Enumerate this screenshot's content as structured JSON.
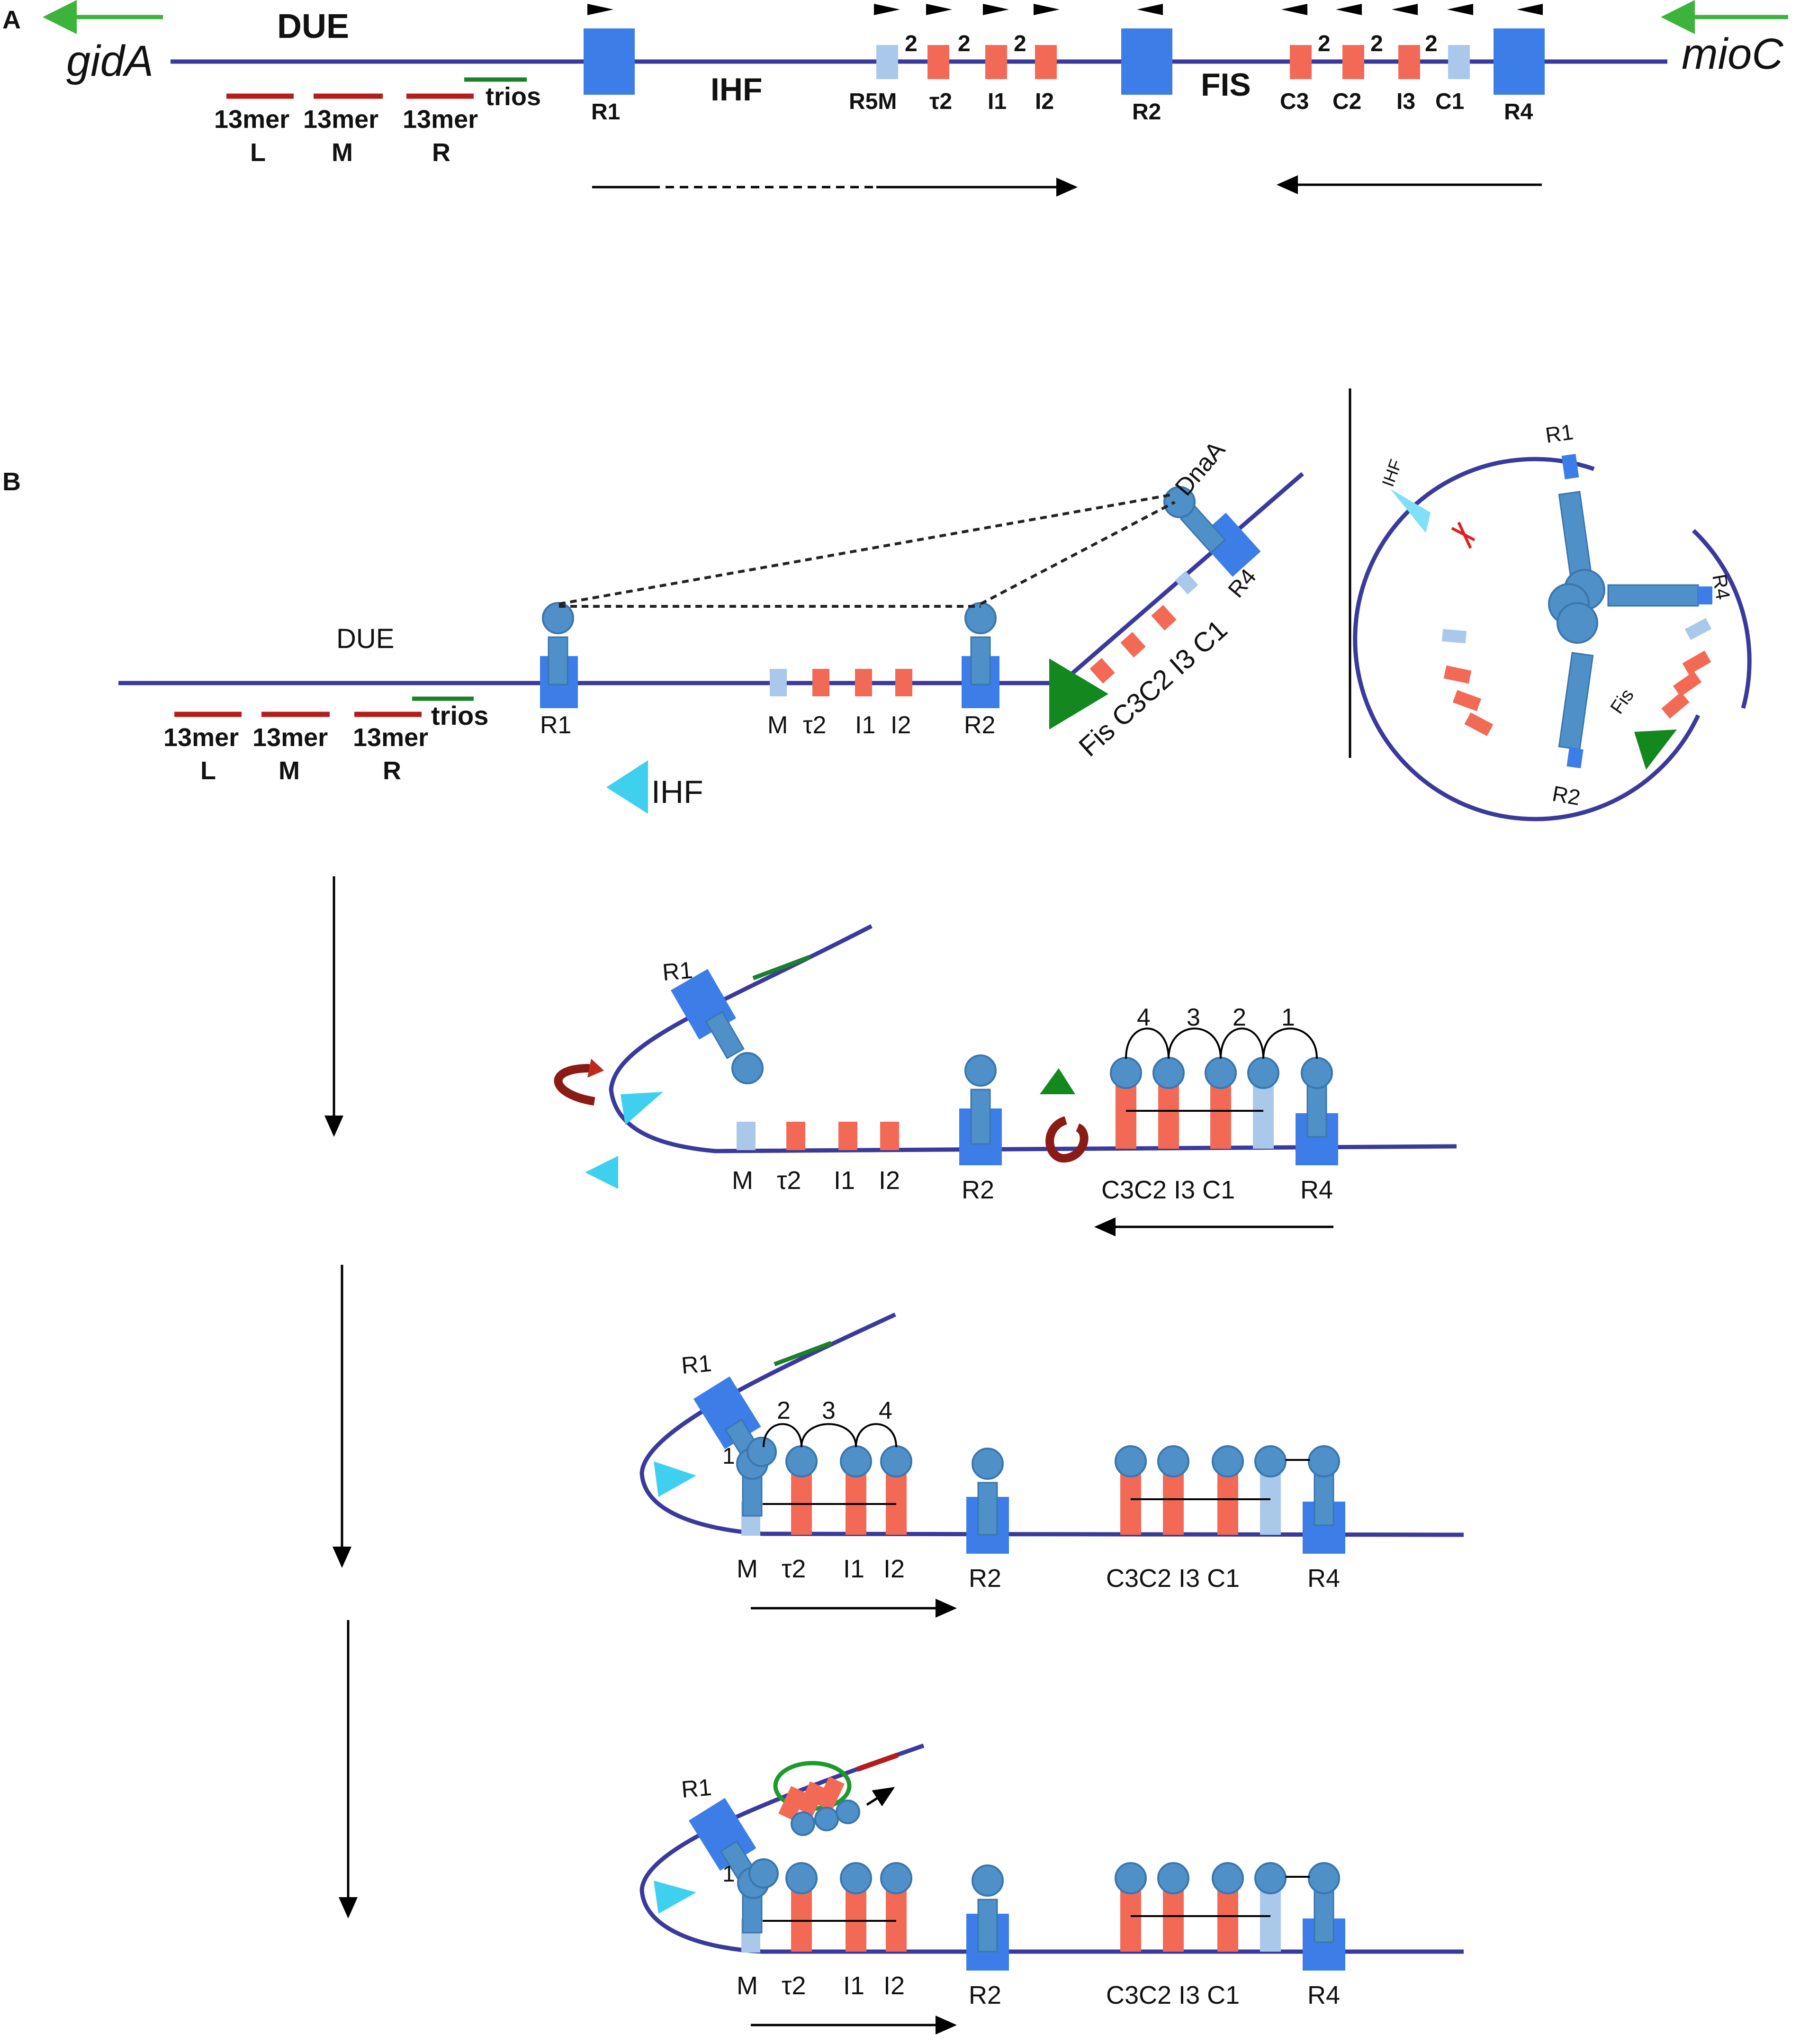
{
  "panels": {
    "a": "A",
    "b": "B"
  },
  "colors": {
    "dna": "#3a3a9c",
    "dnaa_box": "#3c7de8",
    "dnaa_atp_box": "#f26a55",
    "low_affinity_box": "#a9c8ea",
    "dnaa_protein": "#4f90c8",
    "thirteenmer": "#b51c1c",
    "trios": "#1c7f2a",
    "ihf": "#3fd0f0",
    "fis": "#13881f",
    "gene_arrow": "#3cb43c",
    "red_arrow": "#c0281e"
  },
  "panel_a": {
    "gene_left": "gidA",
    "gene_right": "mioC",
    "due": "DUE",
    "ihf": "IHF",
    "fis": "FIS",
    "trios": "trios",
    "mer": "13mer",
    "mer_L": "L",
    "mer_M": "M",
    "mer_R": "R",
    "R1": "R1",
    "R5M": "R5M",
    "t2": "τ2",
    "I1": "I1",
    "I2": "I2",
    "R2": "R2",
    "C3": "C3",
    "C2": "C2",
    "I3": "I3",
    "C1": "C1",
    "R4": "R4",
    "spacer": "2"
  },
  "panel_b": {
    "dnaa": "DnaA",
    "due": "DUE",
    "trios": "trios",
    "mer": "13mer",
    "mer_L": "L",
    "mer_M": "M",
    "mer_R": "R",
    "R1": "R1",
    "M": "M",
    "t2": "τ2",
    "I1": "I1",
    "I2": "I2",
    "R2": "R2",
    "fis_sites": "Fis C3C2 I3 C1",
    "R4": "R4",
    "ihf": "IHF",
    "circle": {
      "ihf": "IHF",
      "fis": "Fis",
      "R1": "R1",
      "R2": "R2",
      "R4": "R4"
    },
    "stage1": {
      "nums": [
        "4",
        "3",
        "2",
        "1"
      ],
      "sites": "C3C2 I3 C1"
    },
    "stage2": {
      "nums": [
        "2",
        "3",
        "4"
      ],
      "first": "1",
      "sites": "C3C2 I3 C1"
    },
    "stage3": {
      "first": "1",
      "sites": "C3C2 I3 C1"
    }
  }
}
